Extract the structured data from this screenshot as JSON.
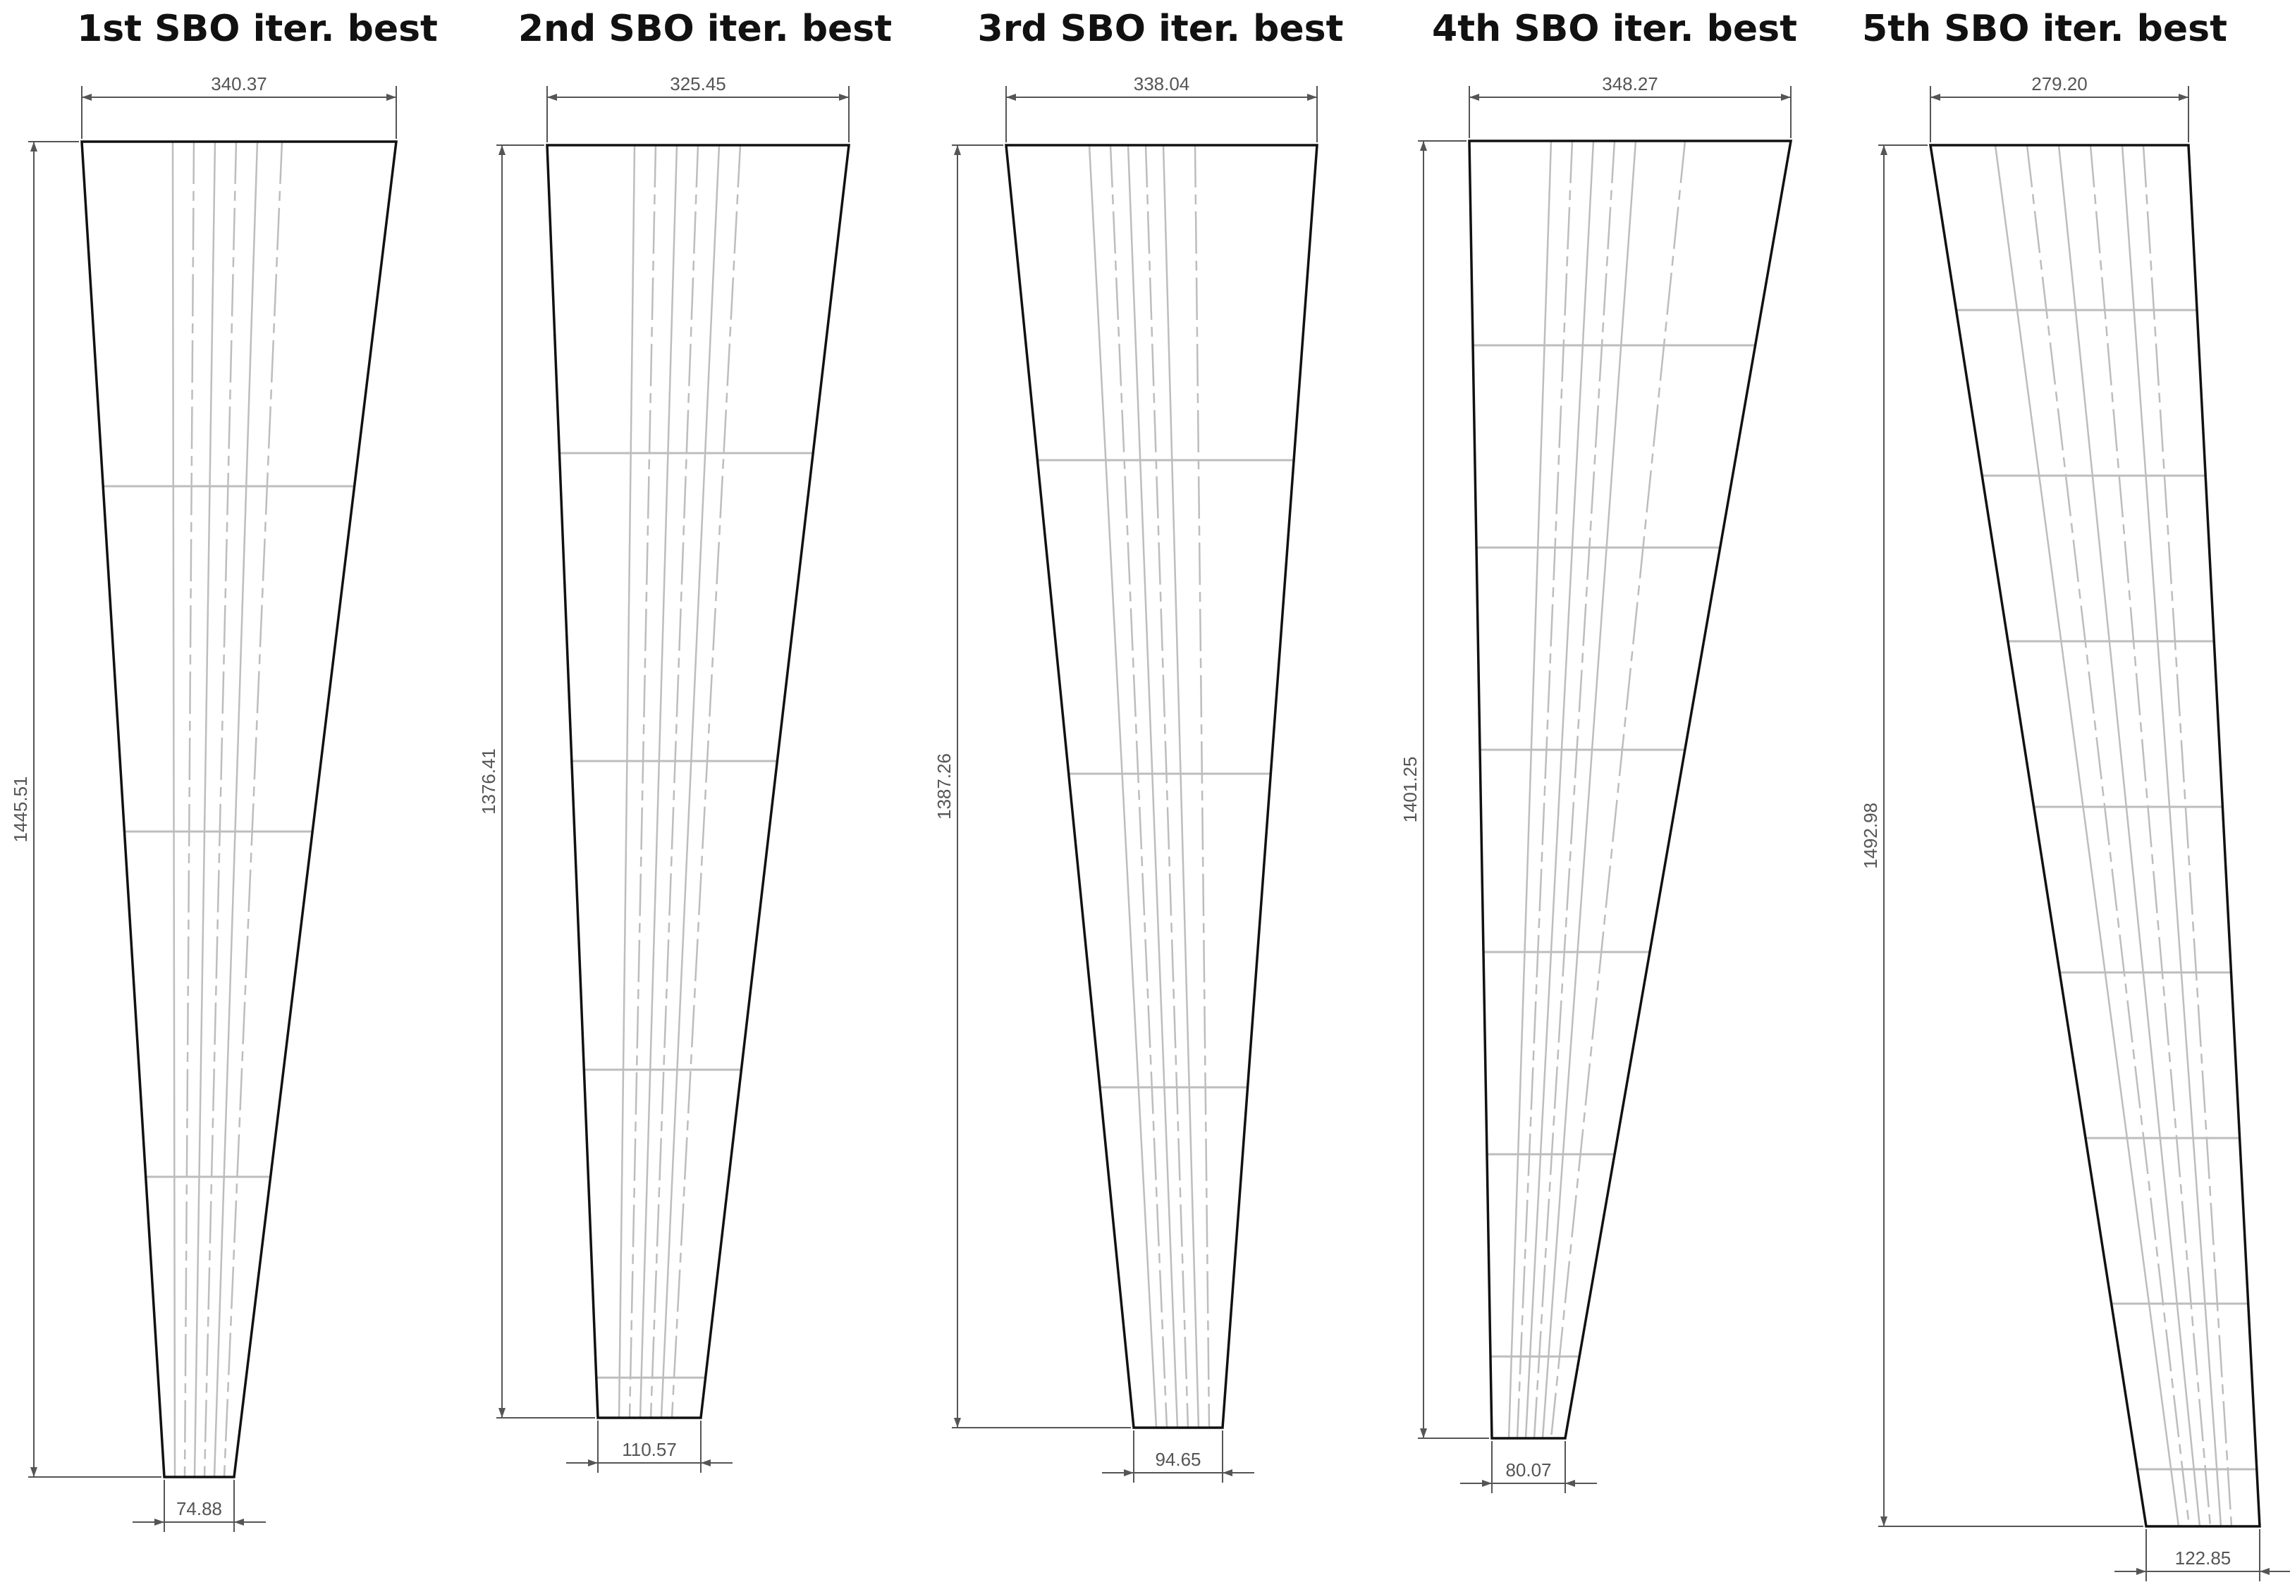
{
  "figure": {
    "panels": [
      {
        "title": "1st SBO iter. best",
        "root_chord": "340.37",
        "tip_chord": "74.88",
        "span": "1445.51"
      },
      {
        "title": "2nd SBO iter. best",
        "root_chord": "325.45",
        "tip_chord": "110.57",
        "span": "1376.41"
      },
      {
        "title": "3rd SBO iter. best",
        "root_chord": "338.04",
        "tip_chord": "94.65",
        "span": "1387.26"
      },
      {
        "title": "4th SBO iter. best",
        "root_chord": "348.27",
        "tip_chord": "80.07",
        "span": "1401.25"
      },
      {
        "title": "5th SBO iter. best",
        "root_chord": "279.20",
        "tip_chord": "122.85",
        "span": "1492.98"
      }
    ]
  },
  "colors": {
    "outline": "#111111",
    "internal": "#bdbdbd",
    "dimension": "#555555",
    "title": "#111111"
  }
}
